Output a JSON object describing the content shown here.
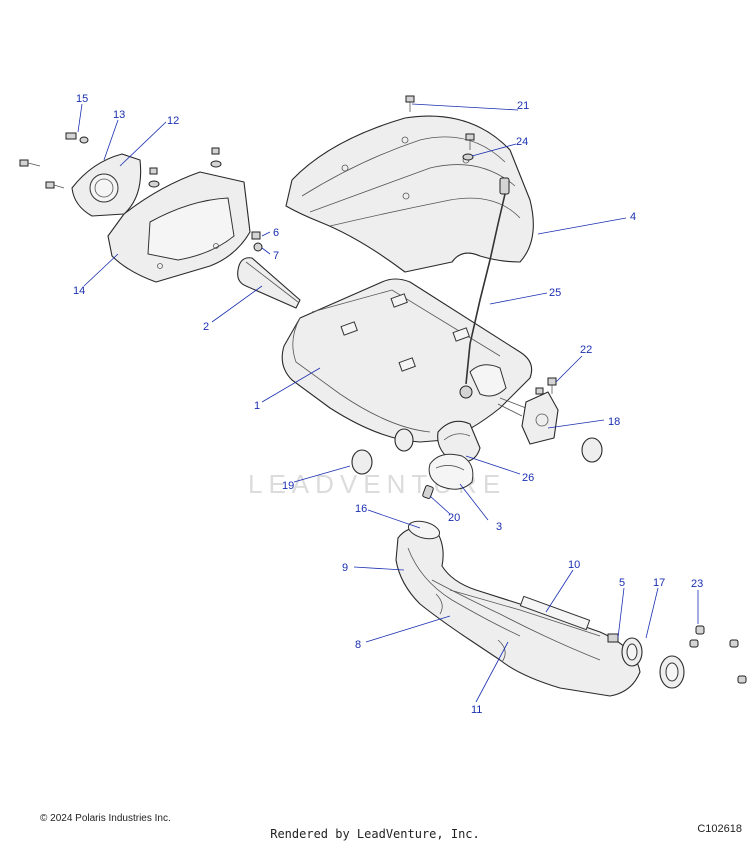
{
  "watermark": "LEADVENTURE",
  "callouts": [
    {
      "id": "c1",
      "label": "1"
    },
    {
      "id": "c2",
      "label": "2"
    },
    {
      "id": "c3",
      "label": "3"
    },
    {
      "id": "c4",
      "label": "4"
    },
    {
      "id": "c5",
      "label": "5"
    },
    {
      "id": "c6",
      "label": "6"
    },
    {
      "id": "c7",
      "label": "7"
    },
    {
      "id": "c8",
      "label": "8"
    },
    {
      "id": "c9",
      "label": "9"
    },
    {
      "id": "c10",
      "label": "10"
    },
    {
      "id": "c11",
      "label": "11"
    },
    {
      "id": "c12",
      "label": "12"
    },
    {
      "id": "c13",
      "label": "13"
    },
    {
      "id": "c14",
      "label": "14"
    },
    {
      "id": "c15",
      "label": "15"
    },
    {
      "id": "c16",
      "label": "16"
    },
    {
      "id": "c17",
      "label": "17"
    },
    {
      "id": "c18",
      "label": "18"
    },
    {
      "id": "c19",
      "label": "19"
    },
    {
      "id": "c20",
      "label": "20"
    },
    {
      "id": "c21",
      "label": "21"
    },
    {
      "id": "c22",
      "label": "22"
    },
    {
      "id": "c23",
      "label": "23"
    },
    {
      "id": "c24",
      "label": "24"
    },
    {
      "id": "c25",
      "label": "25"
    },
    {
      "id": "c26",
      "label": "26"
    }
  ],
  "footer": {
    "copyright": "© 2024 Polaris Industries Inc.",
    "rendered_by": "Rendered by LeadVenture, Inc.",
    "diagram_code": "C102618"
  }
}
